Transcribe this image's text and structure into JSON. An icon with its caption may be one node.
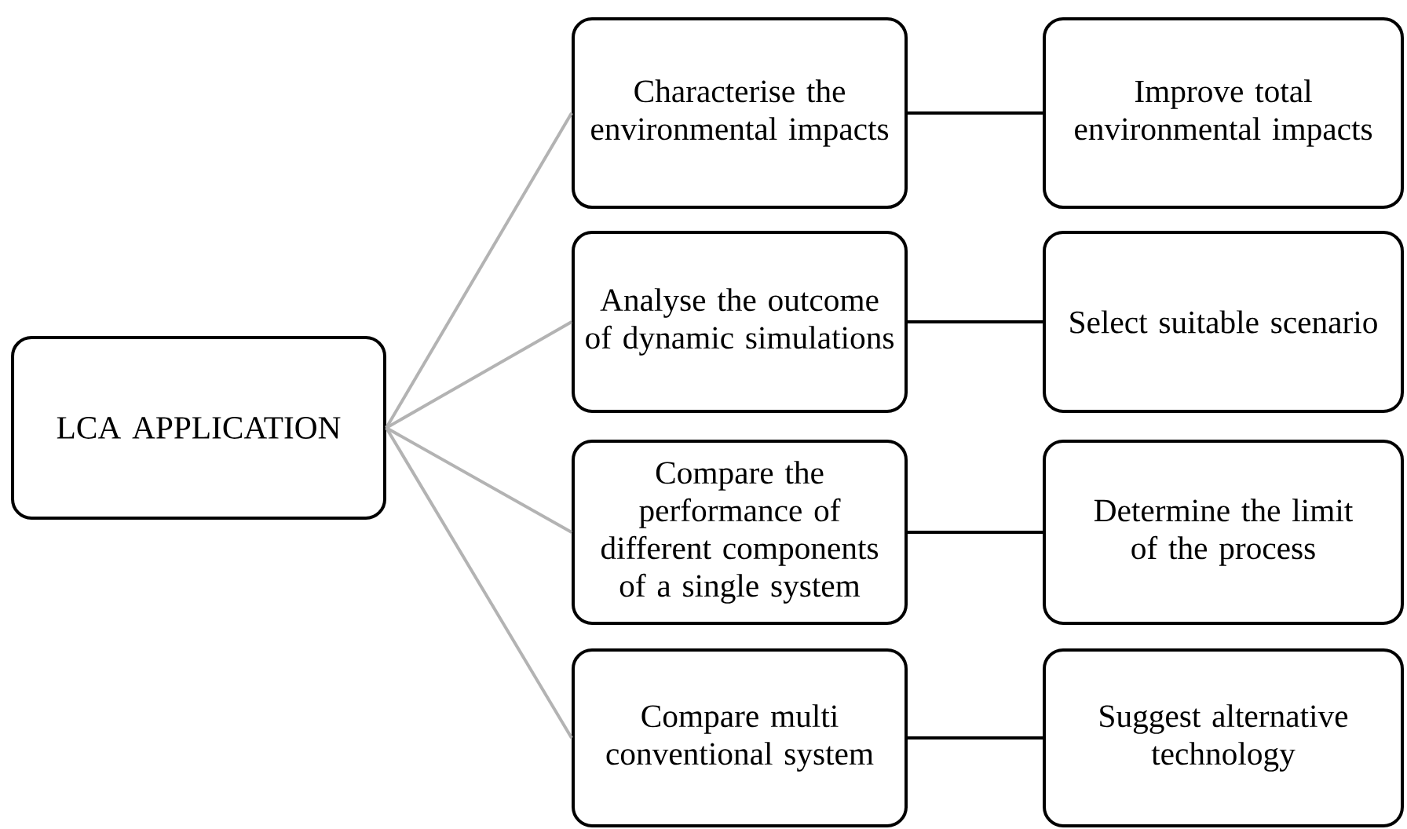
{
  "diagram": {
    "nodes": [
      {
        "text": [
          "LCA APPLICATION"
        ]
      },
      {
        "text": [
          "Characterise the environmental impacts"
        ]
      },
      {
        "text": [
          "Analyse the outcome of dynamic simulations"
        ]
      },
      {
        "text": [
          "Compare the performance of different components of a single system"
        ]
      },
      {
        "text": [
          "Compare multi conventional system"
        ]
      },
      {
        "text": [
          "Improve total environmental impacts"
        ]
      },
      {
        "text": [
          "Select suitable scenario"
        ]
      },
      {
        "text": [
          "Determine the limit of the process"
        ]
      },
      {
        "text": [
          "Suggest alternative technology"
        ]
      }
    ],
    "edges": [
      {
        "from": 0,
        "to": 1,
        "arrow": "none",
        "color": "#b3b3b3"
      },
      {
        "from": 0,
        "to": 2,
        "arrow": "none",
        "color": "#b3b3b3"
      },
      {
        "from": 0,
        "to": 3,
        "arrow": "none",
        "color": "#b3b3b3"
      },
      {
        "from": 0,
        "to": 4,
        "arrow": "none",
        "color": "#b3b3b3"
      },
      {
        "from": 1,
        "to": 5,
        "arrow": "none",
        "color": "#000000"
      },
      {
        "from": 2,
        "to": 6,
        "arrow": "none",
        "color": "#000000"
      },
      {
        "from": 3,
        "to": 7,
        "arrow": "none",
        "color": "#000000"
      },
      {
        "from": 4,
        "to": 8,
        "arrow": "none",
        "color": "#000000"
      }
    ]
  }
}
